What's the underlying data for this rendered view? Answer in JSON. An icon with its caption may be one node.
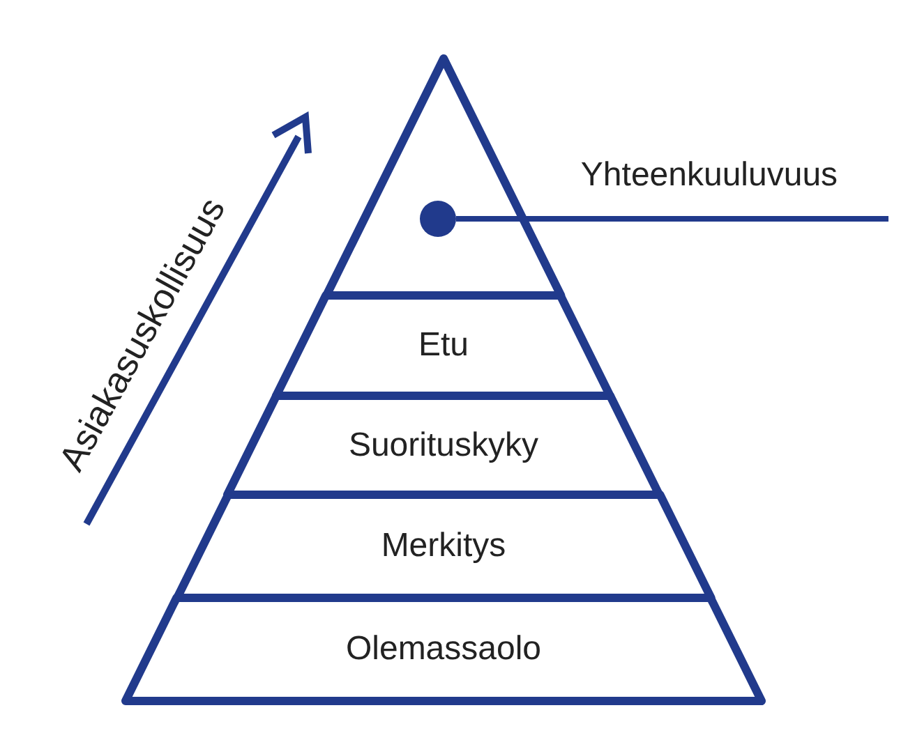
{
  "diagram": {
    "nodes": [
      {
        "text": [],
        "shape": "triangle"
      },
      {
        "text": [],
        "shape": "circle",
        "in": 0
      },
      {
        "text": [
          "Yhteenkuuluvuus"
        ]
      },
      {
        "text": [
          "Etu"
        ]
      },
      {
        "text": [
          "Suorituskyky"
        ]
      },
      {
        "text": [
          "Merkitys"
        ]
      },
      {
        "text": [
          "Olemassaolo"
        ]
      }
    ],
    "edges": [
      {
        "from": 2,
        "to": 1,
        "arrow": "none"
      }
    ],
    "labels": [
      "Asiakasuskollisuus"
    ]
  }
}
